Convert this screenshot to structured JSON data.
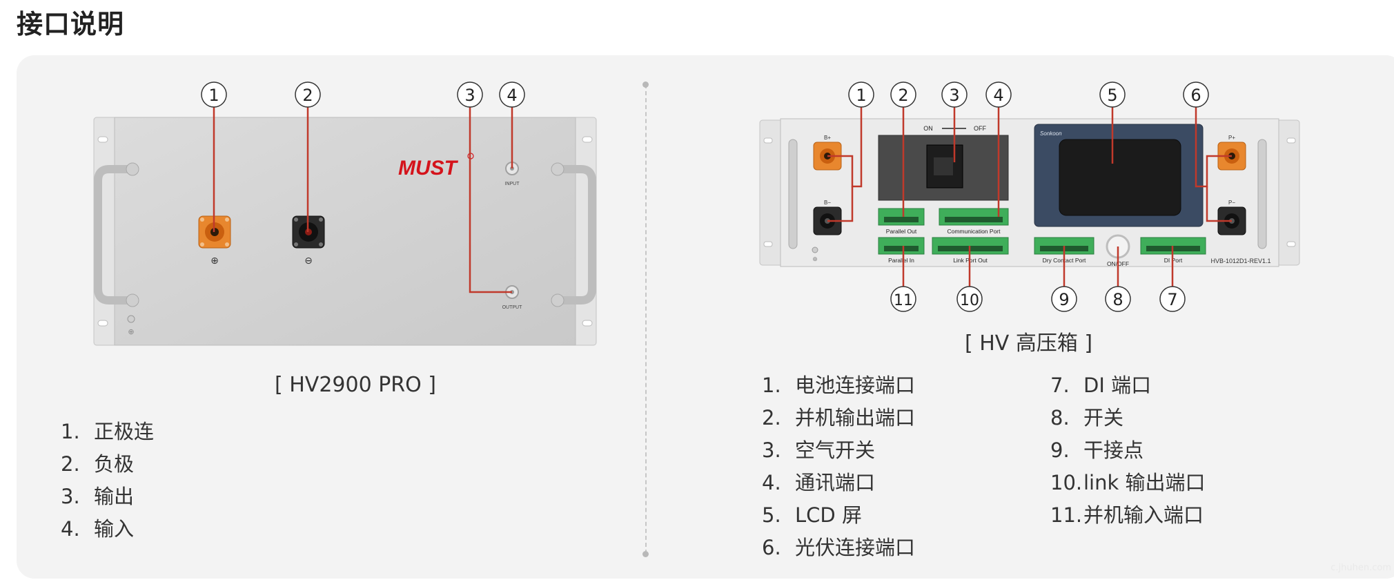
{
  "header": {
    "title": "接口说明"
  },
  "left_device": {
    "caption": "[ HV2900 PRO ]",
    "logo_text": "MUST",
    "port_labels": {
      "input": "INPUT",
      "output": "OUTPUT"
    },
    "polarity": {
      "positive": "⊕",
      "negative": "⊖"
    },
    "callouts": [
      "1",
      "2",
      "3",
      "4"
    ],
    "items": [
      {
        "num": "1.",
        "text": "正极连"
      },
      {
        "num": "2.",
        "text": "负极"
      },
      {
        "num": "3.",
        "text": "输出"
      },
      {
        "num": "4.",
        "text": "输入"
      }
    ]
  },
  "right_device": {
    "caption": "[ HV 高压箱 ]",
    "callouts_top": [
      "1",
      "2",
      "3",
      "4",
      "5",
      "6"
    ],
    "callouts_bottom": [
      "11",
      "10",
      "9",
      "8",
      "7"
    ],
    "panel_labels": {
      "b_plus": "B+",
      "b_minus": "B−",
      "p_plus": "P+",
      "p_minus": "P−",
      "on": "ON",
      "off": "OFF",
      "parallel_out": "Parallel Out",
      "communication_port": "Communication Port",
      "parallel_in": "Parallel In",
      "link_port_out": "Link Port Out",
      "dry_contact_port": "Dry Contact Port",
      "on_off": "ON/OFF",
      "di_port": "DI Port",
      "model": "HVB-1012D1-REV1.1",
      "screen_brand": "Sonkoon"
    },
    "items_col1": [
      {
        "num": "1.",
        "text": "电池连接端口"
      },
      {
        "num": "2.",
        "text": "并机输出端口"
      },
      {
        "num": "3.",
        "text": "空气开关"
      },
      {
        "num": "4.",
        "text": "通讯端口"
      },
      {
        "num": "5.",
        "text": "LCD 屏"
      },
      {
        "num": "6.",
        "text": "光伏连接端口"
      }
    ],
    "items_col2": [
      {
        "num": "7.",
        "text": "DI 端口"
      },
      {
        "num": "8.",
        "text": "开关"
      },
      {
        "num": "9.",
        "text": "干接点"
      },
      {
        "num": "10.",
        "text": "link 输出端口"
      },
      {
        "num": "11.",
        "text": "并机输入端口"
      }
    ]
  },
  "watermark": "c.jhuhen.com",
  "colors": {
    "callout_line": "#c0392b",
    "brand_red": "#d4131b",
    "connector_orange": "#e8872e",
    "terminal_green": "#3fae5a"
  }
}
